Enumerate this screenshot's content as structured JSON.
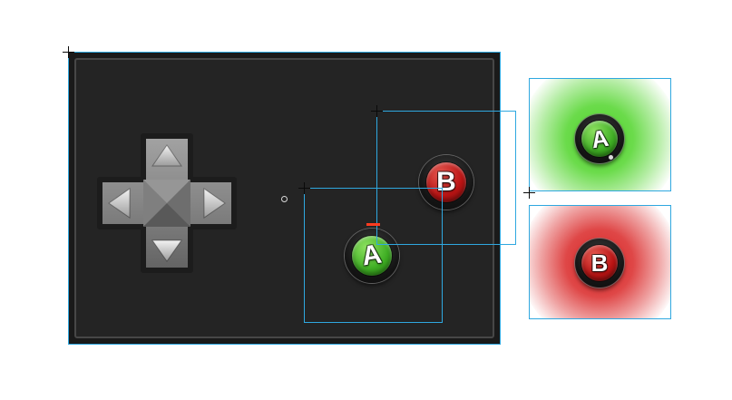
{
  "colors": {
    "selection_blue": "#2fa8e0",
    "panel_fill": "#1a1a1a",
    "panel_inner": "#242424",
    "panel_frame_line": "#474747",
    "button_green": "#3fae24",
    "button_red": "#bb1414",
    "glow_green": "#46d21e",
    "glow_red": "#d71919",
    "marker_red": "#ff3b1f"
  },
  "canvas": {
    "button_a": {
      "label": "A"
    },
    "button_b": {
      "label": "B"
    }
  },
  "library": {
    "tiles": [
      {
        "label": "A",
        "glow": "green"
      },
      {
        "label": "B",
        "glow": "red"
      }
    ]
  },
  "icons": {
    "crosshair": "+",
    "origin_marker": "o",
    "dpad_arrows": [
      "up-arrow",
      "right-arrow",
      "down-arrow",
      "left-arrow"
    ]
  }
}
